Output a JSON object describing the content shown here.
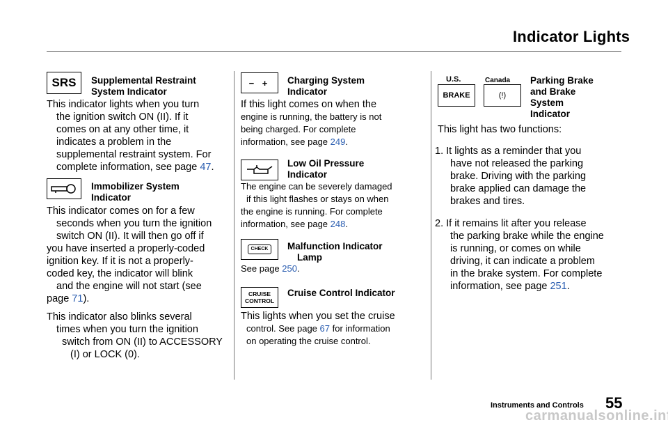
{
  "header": {
    "title": "Indicator Lights"
  },
  "col1": {
    "srs": {
      "icon_text": "SRS",
      "heading": [
        "Supplemental Restraint",
        "System Indicator"
      ],
      "lines": [
        "This indicator lights when you turn",
        "the ignition switch ON (II). If it",
        "comes on at any other time, it",
        "indicates a problem in the",
        "supplemental restraint system. For"
      ],
      "last_prefix": "complete information, see page ",
      "page_ref": "47",
      "last_suffix": "."
    },
    "immobilizer": {
      "heading": [
        "Immobilizer System",
        "Indicator"
      ],
      "lines": [
        "This indicator comes on for a few",
        "seconds when you turn the ignition",
        "switch ON (II). It will then go off if",
        "you have inserted a properly-coded",
        "ignition key. If it is not a properly-",
        "coded key, the indicator will blink",
        "and the engine will not start (see"
      ],
      "last_prefix": "page ",
      "page_ref": "71",
      "last_suffix": ").",
      "para2": [
        "This indicator also blinks several",
        "times when you turn the ignition",
        "switch from ON (II) to ACCESSORY",
        "(I) or LOCK (0)."
      ]
    }
  },
  "col2": {
    "charging": {
      "icon_text": "− +",
      "heading": [
        "Charging System",
        "Indicator"
      ],
      "lines": [
        "If this light comes on when the",
        "engine is running, the battery is not",
        "being charged. For complete"
      ],
      "last_prefix": "information, see page ",
      "page_ref": "249",
      "last_suffix": "."
    },
    "oil": {
      "heading": [
        "Low Oil Pressure",
        "Indicator"
      ],
      "lines": [
        "The engine can be severely damaged",
        "if this light flashes or stays on when",
        "the engine is running. For complete"
      ],
      "last_prefix": "information, see page ",
      "page_ref": "248",
      "last_suffix": "."
    },
    "malfunction": {
      "icon_text": "CHECK",
      "heading": [
        "Malfunction Indicator",
        "Lamp"
      ],
      "last_prefix": "See page ",
      "page_ref": "250",
      "last_suffix": "."
    },
    "cruise": {
      "icon_text": [
        "CRUISE",
        "CONTROL"
      ],
      "heading": "Cruise Control Indicator",
      "line1": "This lights when you set the cruise",
      "line2_prefix": "control. See page ",
      "page_ref": "67",
      "line2_suffix": " for information",
      "line3": "on operating the cruise control."
    }
  },
  "col3": {
    "label_us": "U.S.",
    "label_canada": "Canada",
    "brake_icon_text": "BRAKE",
    "canada_icon_text": "(!)",
    "heading": [
      "Parking Brake",
      "and Brake",
      "System",
      "Indicator"
    ],
    "intro": "This light has two functions:",
    "item1": [
      "1. It lights as a reminder that you",
      "have not released the parking",
      "brake. Driving with the parking",
      "brake applied can damage the",
      "brakes and tires."
    ],
    "item2": [
      "2. If it remains lit after you release",
      "the parking brake while the engine",
      "is running, or comes on while",
      "driving, it can indicate a problem",
      "in the brake system. For complete"
    ],
    "item2_last_prefix": "information, see page ",
    "page_ref": "251",
    "item2_last_suffix": "."
  },
  "footer": {
    "section": "Instruments and Controls",
    "page_number": "55",
    "watermark": "carmanualsonline.info"
  }
}
